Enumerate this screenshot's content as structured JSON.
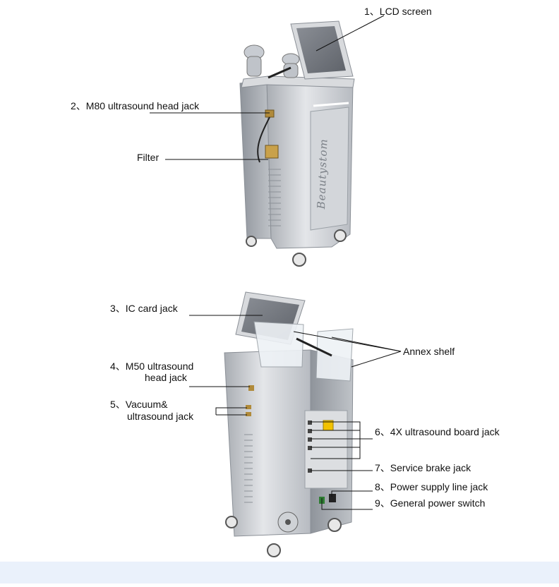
{
  "labels": {
    "l1": "1、LCD screen",
    "l2": "2、M80 ultrasound head jack",
    "filter": "Filter",
    "l3": "3、IC card jack",
    "annex": "Annex shelf",
    "l4a": "4、M50 ultrasound",
    "l4b": "head jack",
    "l5a": "5、Vacuum&",
    "l5b": "ultrasound jack",
    "l6": "6、4X ultrasound board jack",
    "l7": "7、Service brake jack",
    "l8": "8、Power supply line jack",
    "l9": "9、General power switch"
  },
  "brand_text": "Beautystom",
  "colors": {
    "machine_body": "#c9ccd1",
    "machine_light": "#e6e8eb",
    "machine_dark": "#9ea3aa",
    "screen": "#6f737a",
    "leader_line": "#111111",
    "footer": "#eaf1fb",
    "warning_label": "#f2c200"
  }
}
